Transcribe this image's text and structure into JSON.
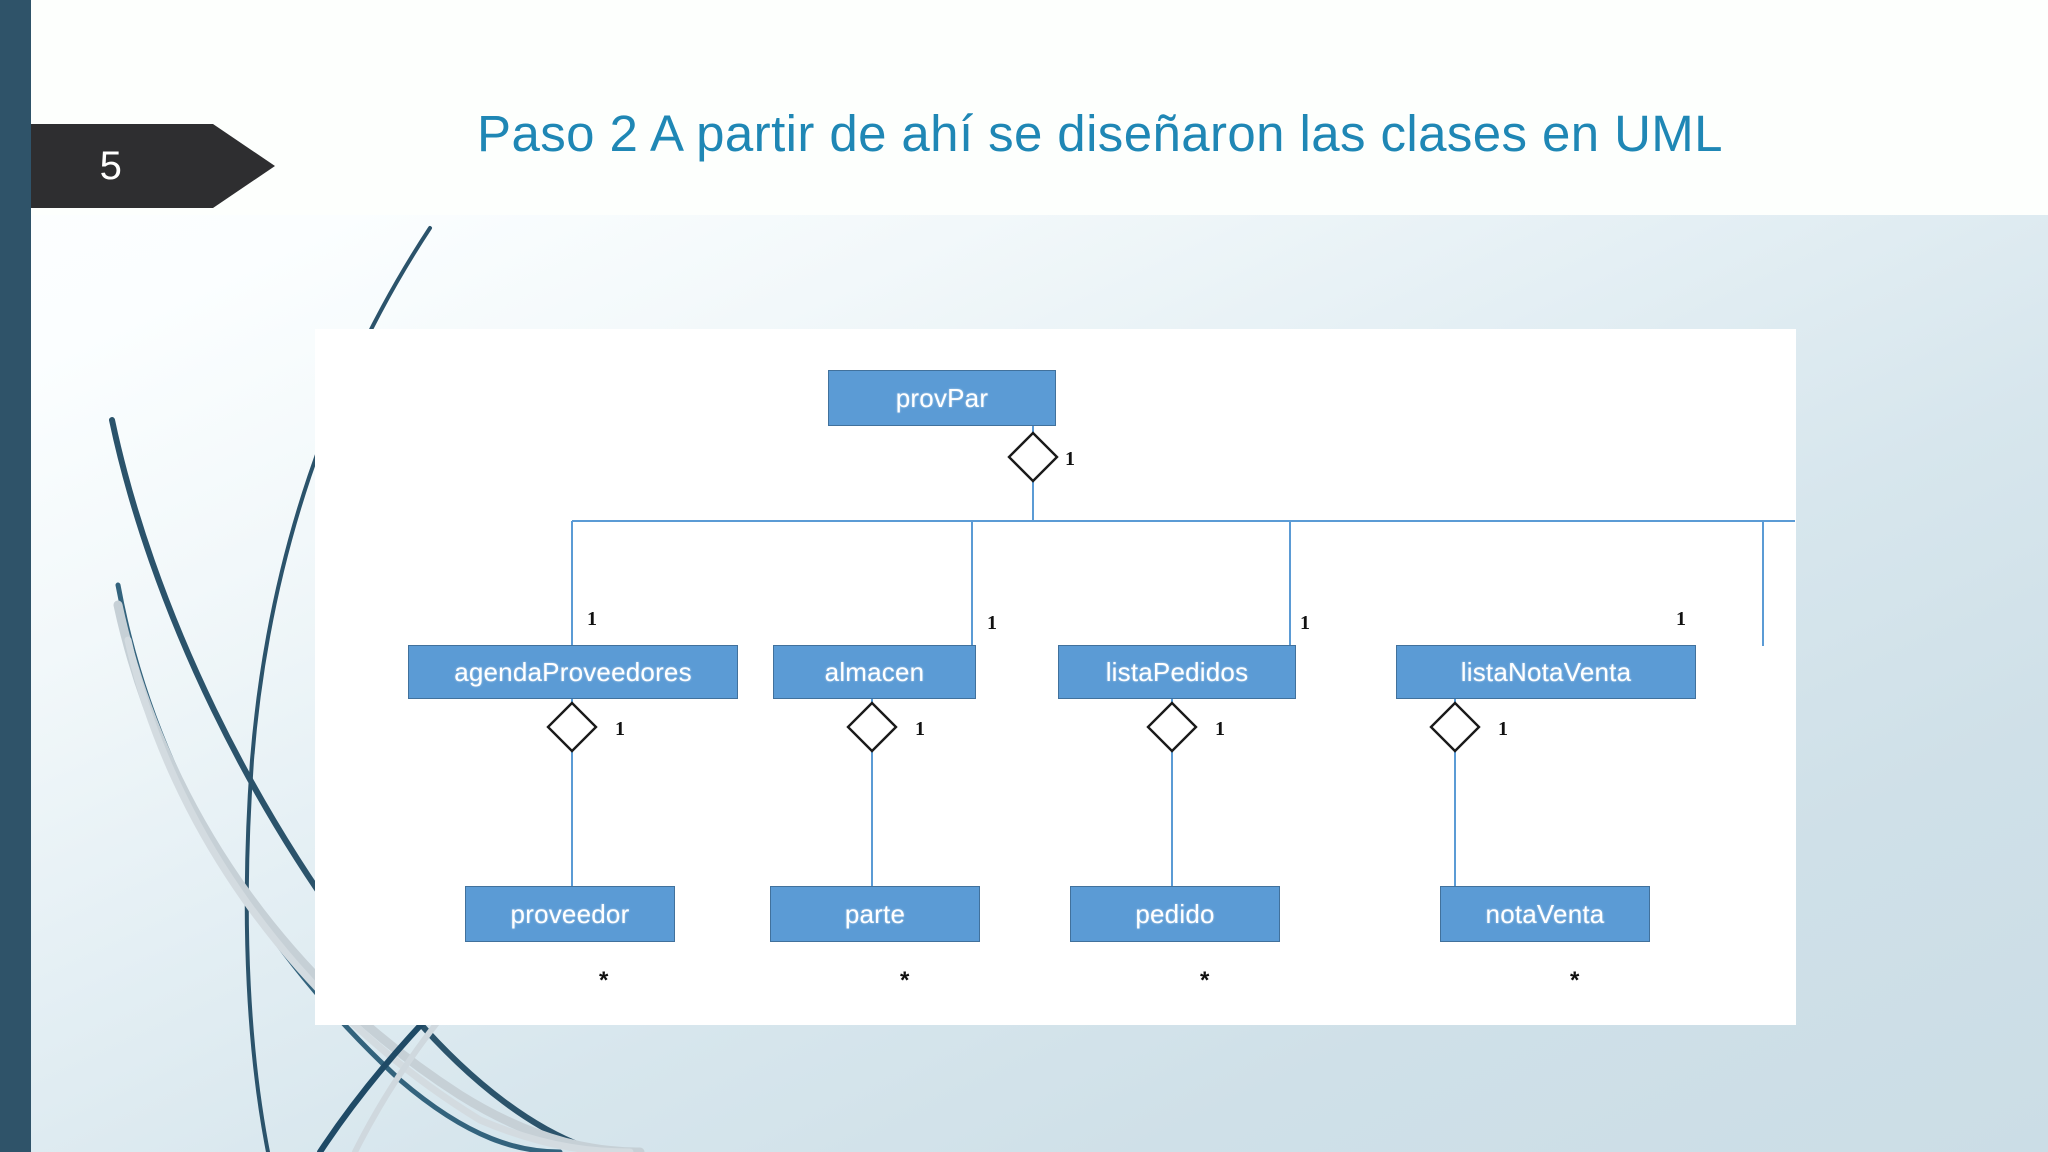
{
  "slide": {
    "number": "5",
    "title": "Paso 2 A partir de ahí se diseñaron las clases en UML",
    "accent_color": "#1f87b5",
    "sidebar_color": "#2f5369",
    "tab_color": "#2e2e30",
    "panel_color": "#ffffff",
    "background_color": "#cbdde6"
  },
  "diagram": {
    "type": "uml-class-diagram",
    "box_fill": "#5b9bd5",
    "box_border": "#41719c",
    "connector_color": "#5b9bd5",
    "diamond_stroke": "#1a1a1a",
    "diamond_fill": "#ffffff",
    "root": {
      "name": "provPar",
      "multiplicity_near_root": "1"
    },
    "containers": [
      {
        "name": "agendaProveedores",
        "mult_to_root": "1",
        "mult_below": "1",
        "child": {
          "name": "proveedor",
          "mult": "*"
        }
      },
      {
        "name": "almacen",
        "mult_to_root": "1",
        "mult_below": "1",
        "child": {
          "name": "parte",
          "mult": "*"
        }
      },
      {
        "name": "listaPedidos",
        "mult_to_root": "1",
        "mult_below": "1",
        "child": {
          "name": "pedido",
          "mult": "*"
        }
      },
      {
        "name": "listaNotaVenta",
        "mult_to_root": "1",
        "mult_below": "1",
        "child": {
          "name": "notaVenta",
          "mult": "*"
        }
      }
    ]
  }
}
